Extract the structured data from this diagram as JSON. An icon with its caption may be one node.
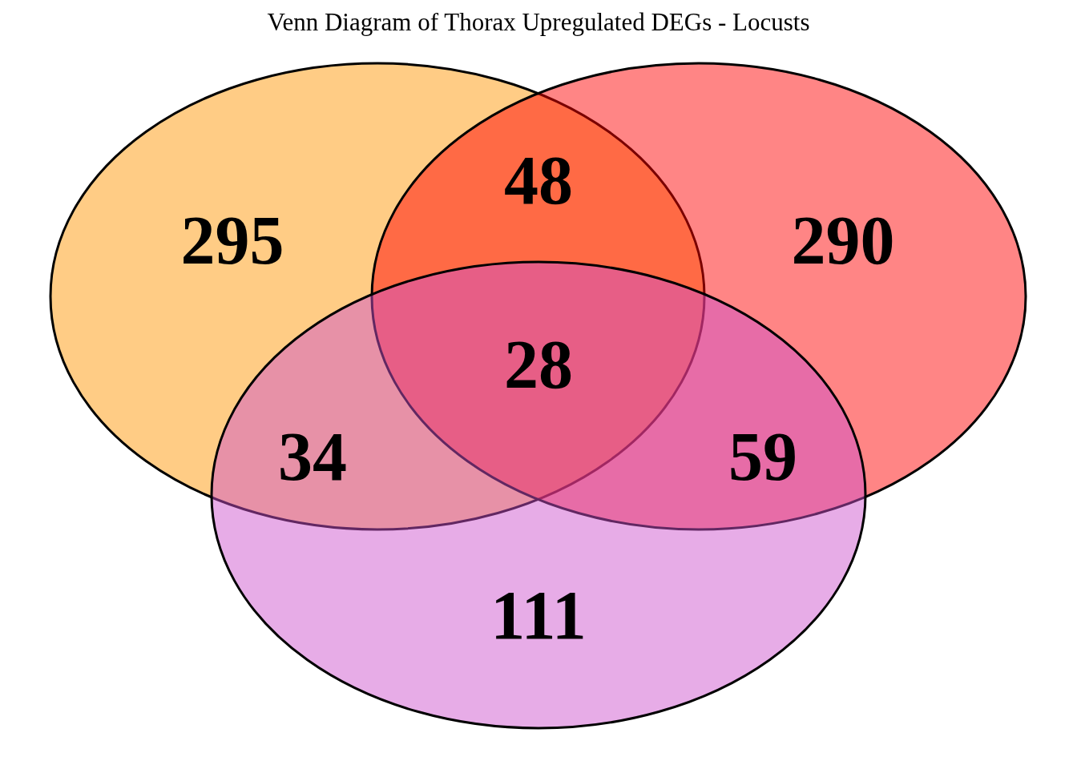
{
  "diagram": {
    "title": "Venn Diagram of Thorax Upregulated DEGs - Locusts",
    "nodes": [
      {
        "text": [],
        "shape": "ellipse"
      },
      {
        "text": [],
        "shape": "ellipse"
      },
      {
        "text": [],
        "shape": "ellipse"
      }
    ],
    "labels": [
      "295",
      "48",
      "290",
      "28",
      "34",
      "59",
      "111"
    ]
  }
}
